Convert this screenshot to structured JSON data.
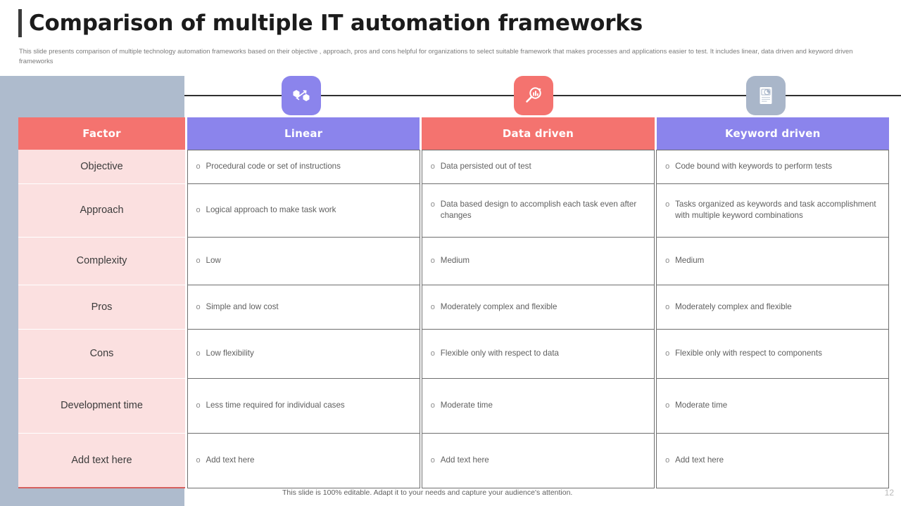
{
  "slide": {
    "title": "Comparison of multiple IT automation frameworks",
    "subtitle": "This slide presents comparison of multiple technology automation frameworks based on their objective ,  approach, pros and cons helpful for organizations to select suitable framework that makes processes and applications easier to test. It includes linear, data driven and keyword driven frameworks",
    "footer_note": "This slide is 100% editable. Adapt it to your needs and capture your audience's attention.",
    "page_number": "12"
  },
  "colors": {
    "coral": "#f4736f",
    "purple": "#8b84ec",
    "slate": "#aebbcd",
    "factor_cell_bg": "#fbe0e0",
    "title": "#1b1b1b",
    "body_text": "#5f5f5f"
  },
  "icons": [
    {
      "name": "linked-nodes-icon",
      "color": "#8b84ec"
    },
    {
      "name": "data-search-icon",
      "color": "#f4736f"
    },
    {
      "name": "document-report-icon",
      "color": "#a9b6c9"
    }
  ],
  "table": {
    "headers": [
      "Factor",
      "Linear",
      "Data driven",
      "Keyword driven"
    ],
    "bullet_glyph": "o",
    "rows": [
      {
        "factor": "Objective",
        "linear": "Procedural  code  or  set of instructions",
        "data_driven": "Data persisted out of test",
        "keyword_driven": "Code bound  with keywords to perform  tests"
      },
      {
        "factor": "Approach",
        "linear": "Logical  approach  to make task work",
        "data_driven": "Data  based design to accomplish each task even after changes",
        "keyword_driven": "Tasks organized  as keywords and task accomplishment with multiple keyword combinations"
      },
      {
        "factor": "Complexity",
        "linear": "Low",
        "data_driven": "Medium",
        "keyword_driven": "Medium"
      },
      {
        "factor": "Pros",
        "linear": "Simple and low cost",
        "data_driven": "Moderately complex and flexible",
        "keyword_driven": "Moderately complex and flexible"
      },
      {
        "factor": "Cons",
        "linear": "Low flexibility",
        "data_driven": "Flexible only with  respect to data",
        "keyword_driven": "Flexible only with  respect to components"
      },
      {
        "factor": "Development time",
        "linear": "Less time required  for  individual  cases",
        "data_driven": "Moderate  time",
        "keyword_driven": "Moderate  time"
      },
      {
        "factor": "Add text here",
        "linear": "Add text here",
        "data_driven": "Add text here",
        "keyword_driven": "Add text here"
      }
    ]
  }
}
